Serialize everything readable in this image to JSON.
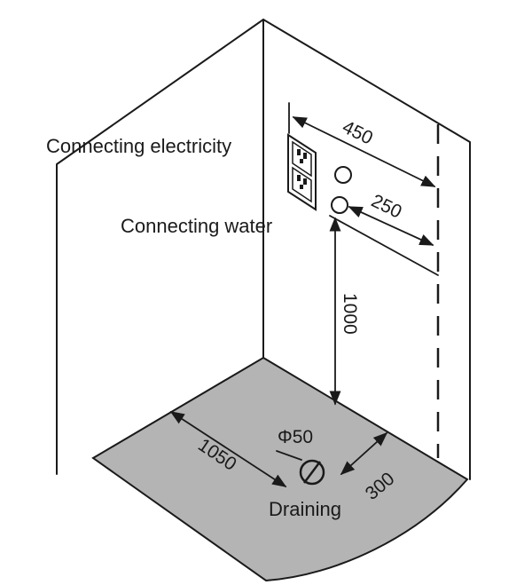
{
  "labels": {
    "electricity": "Connecting electricity",
    "water": "Connecting water",
    "draining": "Draining"
  },
  "dimensions": {
    "d450": "450",
    "d250": "250",
    "d1000": "1000",
    "d1050": "1050",
    "d300": "300",
    "drain_diameter": "Φ50"
  },
  "colors": {
    "floor": "#b4b4b4",
    "line": "#1a1a1a"
  }
}
